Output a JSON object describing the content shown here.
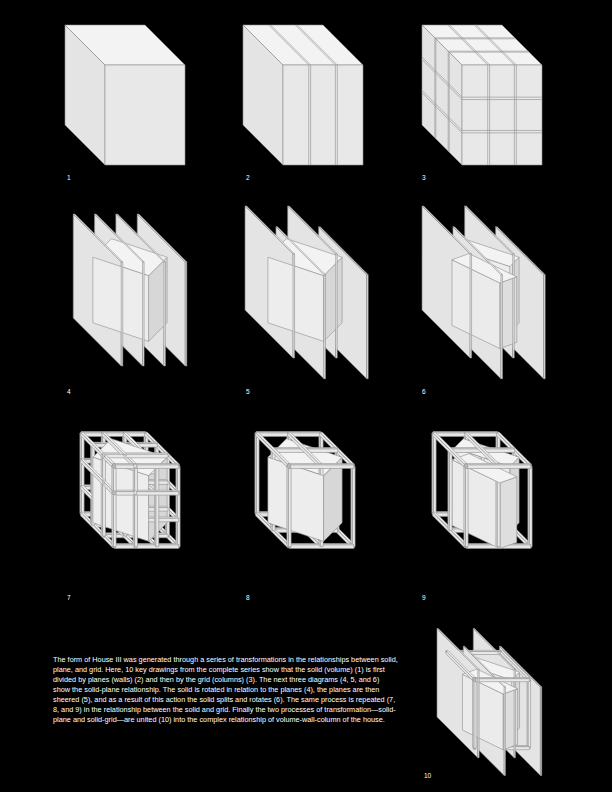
{
  "diagram": {
    "caption": "The form of House III was generated through a series of transformations in the relationships between solid, plane, and grid. Here, 10 key drawings from the complete series show that the solid (volume) (1) is first divided by planes (walls) (2) and then by the grid (columns) (3). The next three diagrams (4, 5, and 6) show the solid-plane relationship. The solid is rotated in relation to the planes (4), the planes are then sheered (5), and as a result of this action the solid splits and rotates (6). The same process is repeated (7, 8, and 9) in the relationship between the solid and grid. Finally the two processes of transformation—solid-plane and solid-grid—are united (10) into the complex relationship of volume-wall-column of the house.",
    "labels": [
      "1",
      "2",
      "3",
      "4",
      "5",
      "6",
      "7",
      "8",
      "9",
      "10"
    ]
  }
}
